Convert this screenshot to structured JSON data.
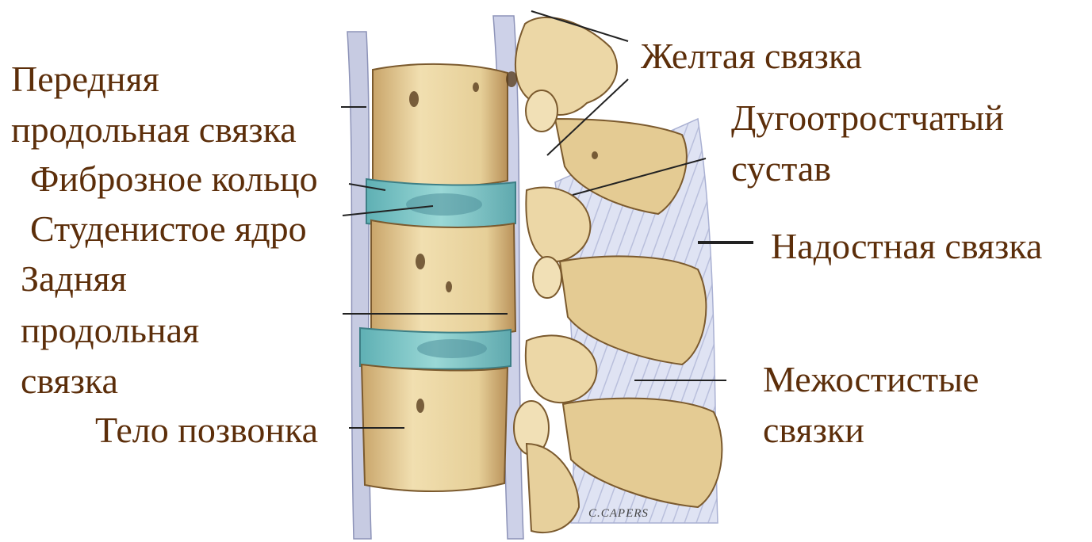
{
  "labels": {
    "anterior_ligament": [
      "Передняя",
      "продольная связка"
    ],
    "annulus": "Фиброзное кольцо",
    "nucleus": "Студенистое ядро",
    "posterior_ligament": [
      "Задняя",
      "продольная",
      "связка"
    ],
    "body": "Тело позвонка",
    "yellow_ligament": "Желтая связка",
    "facet_joint": [
      "Дугоотростчатый",
      "сустав"
    ],
    "supraspinous": "Надостная связка",
    "interspinous": [
      "Межостистые",
      "связки"
    ]
  },
  "illustration": {
    "signature": "C.CAPERS",
    "colors": {
      "label_text": "#5c2e0a",
      "bone": "#e9d3a0",
      "bone_shade": "#b8935c",
      "disc": "#7fc6c6",
      "ligament": "#c9cfe6",
      "leader_line": "#222222"
    }
  }
}
